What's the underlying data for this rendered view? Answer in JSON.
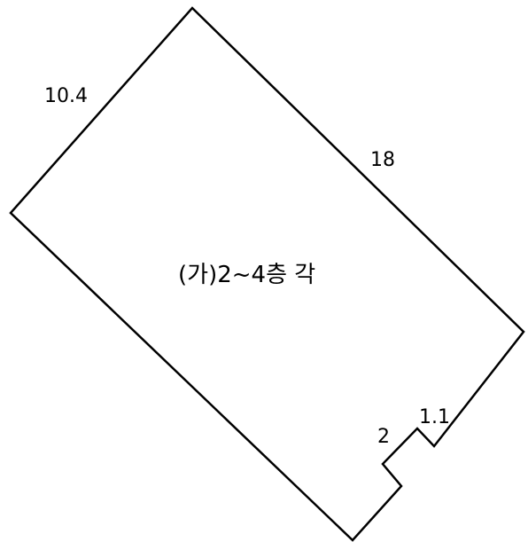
{
  "floor_plan": {
    "area_label": "(가)2~4층 각",
    "dimensions": {
      "top_left_edge": "10.4",
      "top_right_edge": "18",
      "notch_depth": "2",
      "notch_width": "1.1"
    },
    "line_color": "#000000",
    "background_color": "#ffffff"
  }
}
